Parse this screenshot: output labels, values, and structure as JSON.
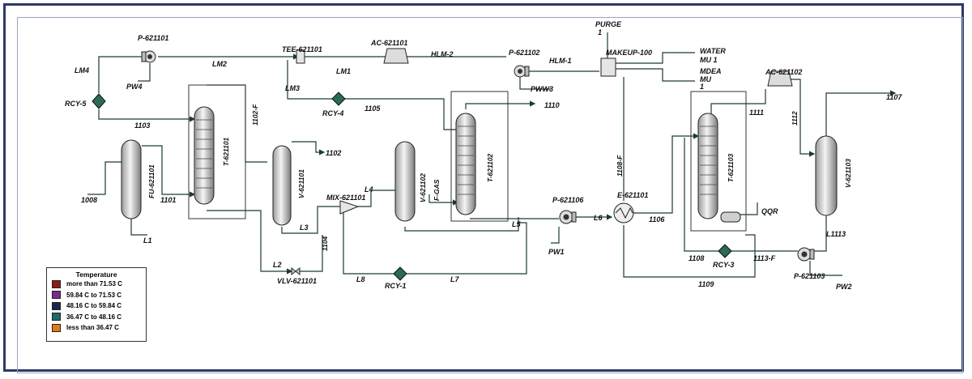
{
  "labels": {
    "p621101": "P-621101",
    "lm4": "LM4",
    "lm2": "LM2",
    "pw4": "PW4",
    "rcy5": "RCY-5",
    "s1103": "1103",
    "fu621101": "FU-621101",
    "s1008": "1008",
    "s1101": "1101",
    "l1": "L1",
    "t621101": "T-621101",
    "s1102f": "1102-F",
    "tee621101": "TEE-621101",
    "lm1": "LM1",
    "lm3": "LM3",
    "rcy4": "RCY-4",
    "s1105": "1105",
    "ac621101": "AC-621101",
    "hlm2": "HLM-2",
    "v621101": "V-621101",
    "s1102": "1102",
    "l3": "L3",
    "s1104": "1104",
    "l2": "L2",
    "vlv621101": "VLV-621101",
    "mix621101": "MIX-621101",
    "l4": "L4",
    "l8": "L8",
    "rcy1": "RCY-1",
    "l7": "L7",
    "v621102": "V-621102",
    "fgas": "F-GAS",
    "t621102": "T-621102",
    "s1110": "1110",
    "l5": "L5",
    "p621102": "P-621102",
    "pww3": "PWW3",
    "hlm1": "HLM-1",
    "purge": "PURGE",
    "purge_num": "1",
    "makeup100": "MAKEUP-100",
    "water": "WATER",
    "mu1": "MU 1",
    "mdea": "MDEA",
    "mu": "MU",
    "mdea_num": "1",
    "p621106": "P-621106",
    "pw1": "PW1",
    "l6": "L6",
    "e621101": "E-621101",
    "s1108f": "1108-F",
    "s1106": "1106",
    "s1108": "1108",
    "rcy3": "RCY-3",
    "s1109": "1109",
    "t621103": "T-621103",
    "qqr": "QQR",
    "s1113f": "1113-F",
    "ac621102": "AC-621102",
    "s1111": "1111",
    "s1112": "1112",
    "s1107": "1107",
    "v621103": "V-621103",
    "l1113": "L1113",
    "p621103": "P-621103",
    "pw2": "PW2"
  },
  "legend": {
    "title": "Temperature",
    "items": [
      {
        "label": "more than 71.53 C",
        "color": "#8b1a1a"
      },
      {
        "label": "59.84 C to 71.53 C",
        "color": "#7a2b8c"
      },
      {
        "label": "48.16 C to 59.84 C",
        "color": "#1b2450"
      },
      {
        "label": "36.47 C to 48.16 C",
        "color": "#1d6b6b"
      },
      {
        "label": "less than 36.47 C",
        "color": "#e07a1a"
      }
    ]
  }
}
